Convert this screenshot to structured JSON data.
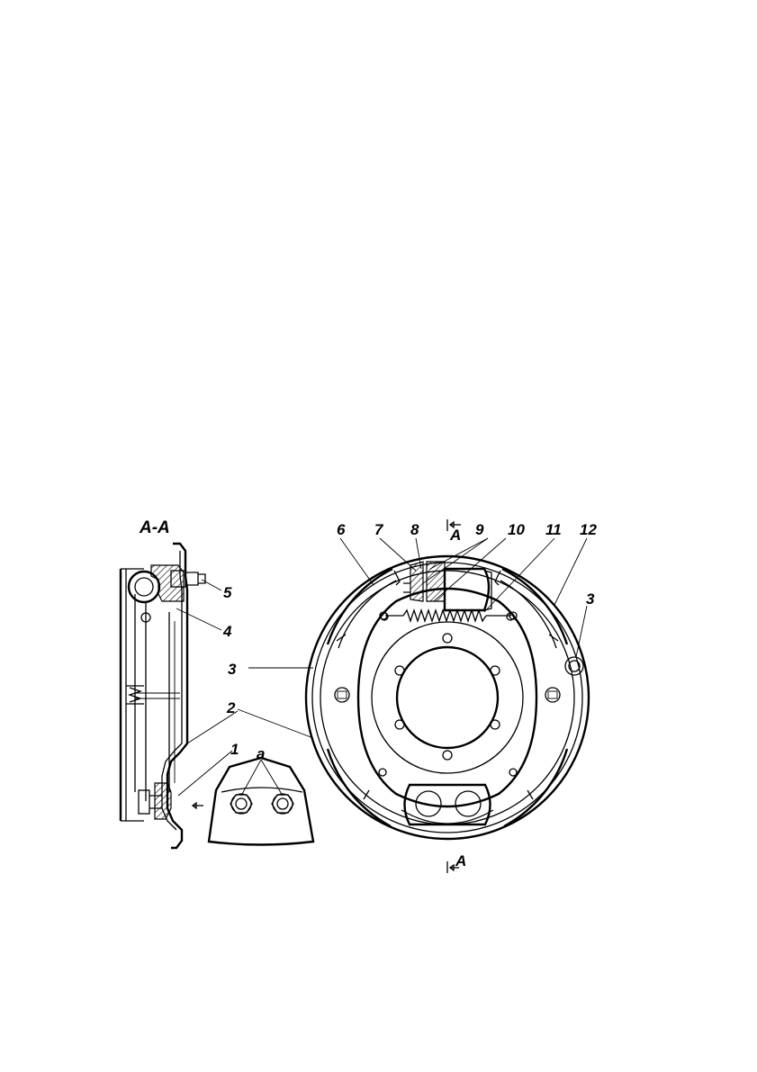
{
  "section_title": "A-A",
  "section_marks": [
    "A",
    "A"
  ],
  "callouts": {
    "c1": "1",
    "c2": "2",
    "c3_left": "3",
    "c3_right": "3",
    "c4": "4",
    "c5": "5",
    "c6": "6",
    "c7": "7",
    "c8": "8",
    "c9": "9",
    "c10": "10",
    "c11": "11",
    "c12": "12",
    "ca": "a"
  }
}
